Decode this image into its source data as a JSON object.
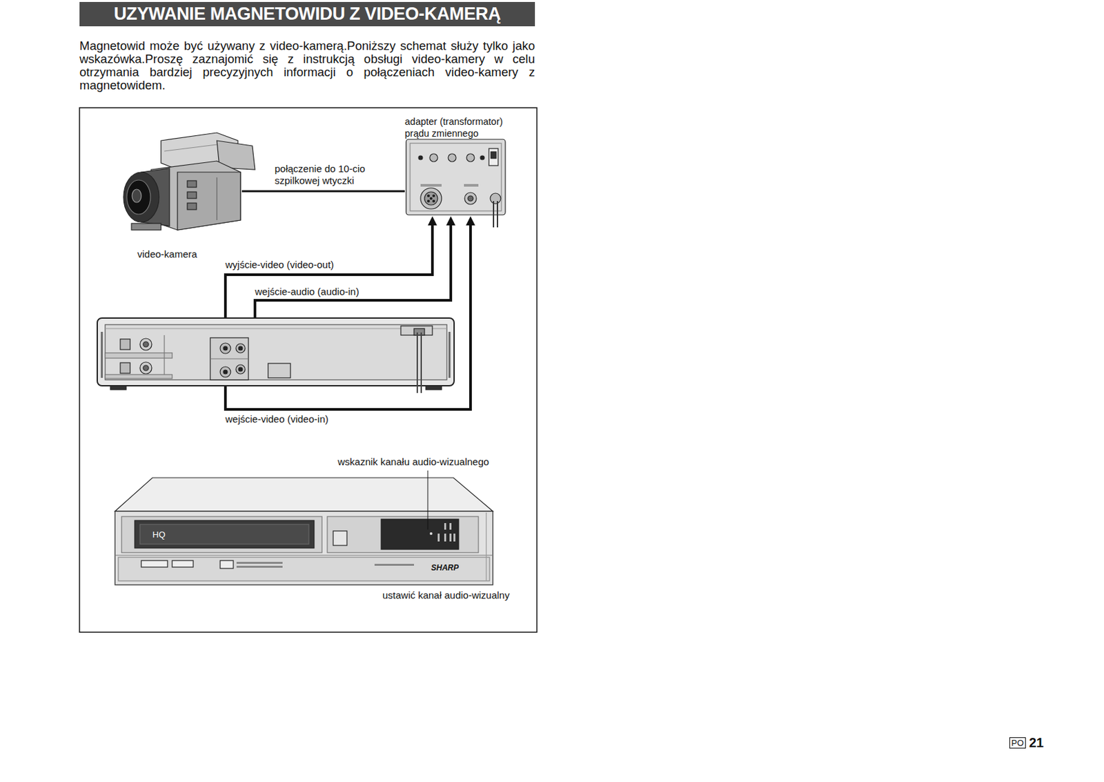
{
  "diagram": {
    "title": "UZYWANIE MAGNETOWIDU Z VIDEO-KAMERĄ",
    "nodes": [
      {
        "text": [
          "video-kamera"
        ]
      },
      {
        "text": [
          "adapter (transformator) prądu zmiennego"
        ]
      }
    ],
    "edges": [
      {
        "from": 0,
        "to": 1,
        "arrow": "none",
        "label": "połączenie do 10-cio szpilkowej wtyczki"
      }
    ],
    "labels": [
      "Magnetowid może być używany z video-kamerą.Poniższy schemat służy tylko jako wskazówka.Proszę zaznajomić się z instrukcją obsługi video-kamery w celu otrzymania bardziej precyzyjnych informacji o połączeniach video-kamery z magnetowidem.",
      "wyjście-video (video-out)",
      "wejście-audio (audio-in)",
      "wejście-video (video-in)",
      "HQ",
      "SHARP",
      "wskaznik kanału audio-wizualnego",
      "ustawić kanał audio-wizualny",
      "PO",
      "21"
    ]
  }
}
